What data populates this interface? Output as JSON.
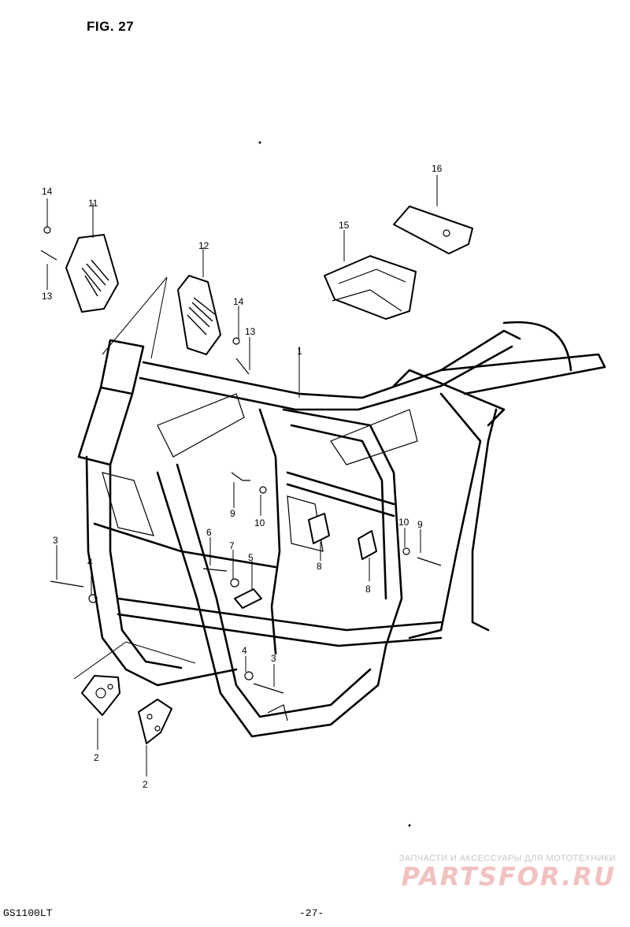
{
  "figure_title": "FIG. 27",
  "model_code": "GS1100LT",
  "page_number": "-27-",
  "watermark": {
    "tagline": "ЗАПЧАСТИ И АКСЕССУАРЫ ДЛЯ МОТОТЕХНИКИ",
    "brand": "PARTSFOR.RU",
    "color": "#f2c1c1"
  },
  "callouts": {
    "c16": "16",
    "c15": "15",
    "c14a": "14",
    "c11": "11",
    "c13a": "13",
    "c12": "12",
    "c14b": "14",
    "c13b": "13",
    "c1": "1",
    "c9a": "9",
    "c10a": "10",
    "c10b": "10",
    "c9b": "9",
    "c3a": "3",
    "c4a": "4",
    "c6": "6",
    "c7": "7",
    "c5": "5",
    "c8a": "8",
    "c8b": "8",
    "c4b": "4",
    "c3b": "3",
    "c2a": "2",
    "c2b": "2"
  }
}
